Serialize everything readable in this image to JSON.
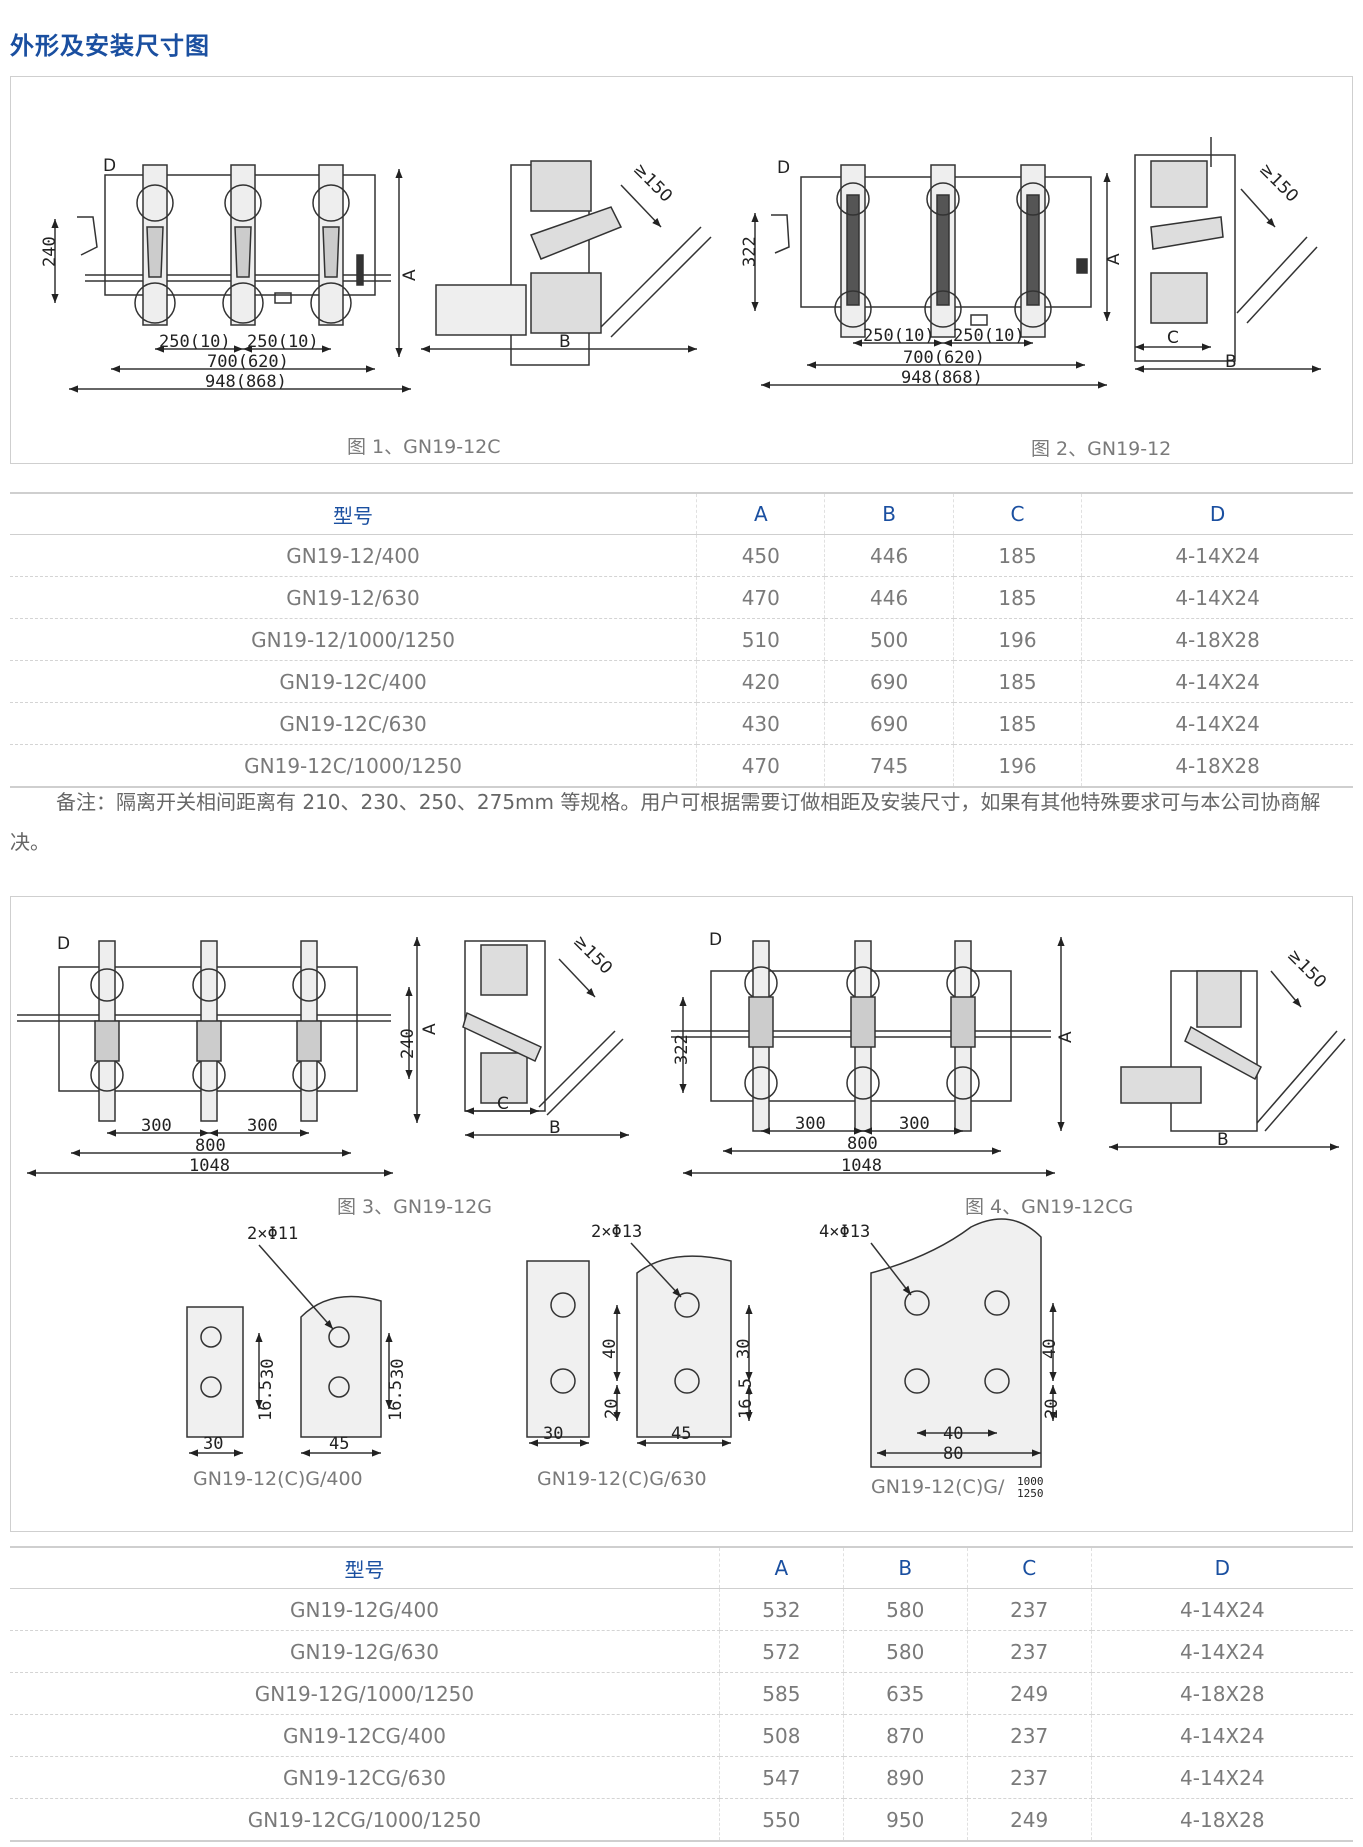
{
  "title": "外形及安装尺寸图",
  "figures_top": {
    "fig1_caption": "图 1、GN19-12C",
    "fig2_caption": "图 2、GN19-12",
    "labels": {
      "D": "D",
      "A": "A",
      "B": "B",
      "C": "C",
      "ge150": "≥150"
    },
    "dims_fig1": {
      "h240": "240",
      "pitch": "250(10)",
      "mid": "700(620)",
      "overall": "948(868)"
    },
    "dims_fig2": {
      "h322": "322",
      "pitch": "250(10)",
      "mid": "700(620)",
      "overall": "948(868)"
    }
  },
  "table1": {
    "headers": [
      "型号",
      "A",
      "B",
      "C",
      "D"
    ],
    "rows": [
      [
        "GN19-12/400",
        "450",
        "446",
        "185",
        "4-14X24"
      ],
      [
        "GN19-12/630",
        "470",
        "446",
        "185",
        "4-14X24"
      ],
      [
        "GN19-12/1000/1250",
        "510",
        "500",
        "196",
        "4-18X28"
      ],
      [
        "GN19-12C/400",
        "420",
        "690",
        "185",
        "4-14X24"
      ],
      [
        "GN19-12C/630",
        "430",
        "690",
        "185",
        "4-14X24"
      ],
      [
        "GN19-12C/1000/1250",
        "470",
        "745",
        "196",
        "4-18X28"
      ]
    ]
  },
  "note": "备注：隔离开关相间距离有 210、230、250、275mm 等规格。用户可根据需要订做相距及安装尺寸，如果有其他特殊要求可与本公司协商解决。",
  "figures_bottom": {
    "fig3_caption": "图 3、GN19-12G",
    "fig4_caption": "图 4、GN19-12CG",
    "dims_fig3": {
      "h240": "240",
      "p1": "300",
      "p2": "300",
      "mid": "800",
      "overall": "1048"
    },
    "dims_fig4": {
      "h322": "322",
      "p1": "300",
      "p2": "300",
      "mid": "800",
      "overall": "1048"
    },
    "hole_400": {
      "caption": "GN19-12(C)G/400",
      "holes": "2×Φ11",
      "d30a": "30",
      "d16a": "16.5",
      "d30b": "30",
      "d16b": "16.5",
      "w30": "30",
      "w45": "45"
    },
    "hole_630": {
      "caption": "GN19-12(C)G/630",
      "holes": "2×Φ13",
      "d40": "40",
      "d20": "20",
      "d30": "30",
      "d16": "16.5",
      "w30": "30",
      "w45": "45"
    },
    "hole_1000": {
      "caption": "GN19-12(C)G/",
      "caption_top": "1000",
      "caption_bottom": "1250",
      "holes": "4×Φ13",
      "d40": "40",
      "d20": "20",
      "w40": "40",
      "w80": "80"
    }
  },
  "table2": {
    "headers": [
      "型号",
      "A",
      "B",
      "C",
      "D"
    ],
    "rows": [
      [
        "GN19-12G/400",
        "532",
        "580",
        "237",
        "4-14X24"
      ],
      [
        "GN19-12G/630",
        "572",
        "580",
        "237",
        "4-14X24"
      ],
      [
        "GN19-12G/1000/1250",
        "585",
        "635",
        "249",
        "4-18X28"
      ],
      [
        "GN19-12CG/400",
        "508",
        "870",
        "237",
        "4-14X24"
      ],
      [
        "GN19-12CG/630",
        "547",
        "890",
        "237",
        "4-14X24"
      ],
      [
        "GN19-12CG/1000/1250",
        "550",
        "950",
        "249",
        "4-18X28"
      ]
    ]
  }
}
